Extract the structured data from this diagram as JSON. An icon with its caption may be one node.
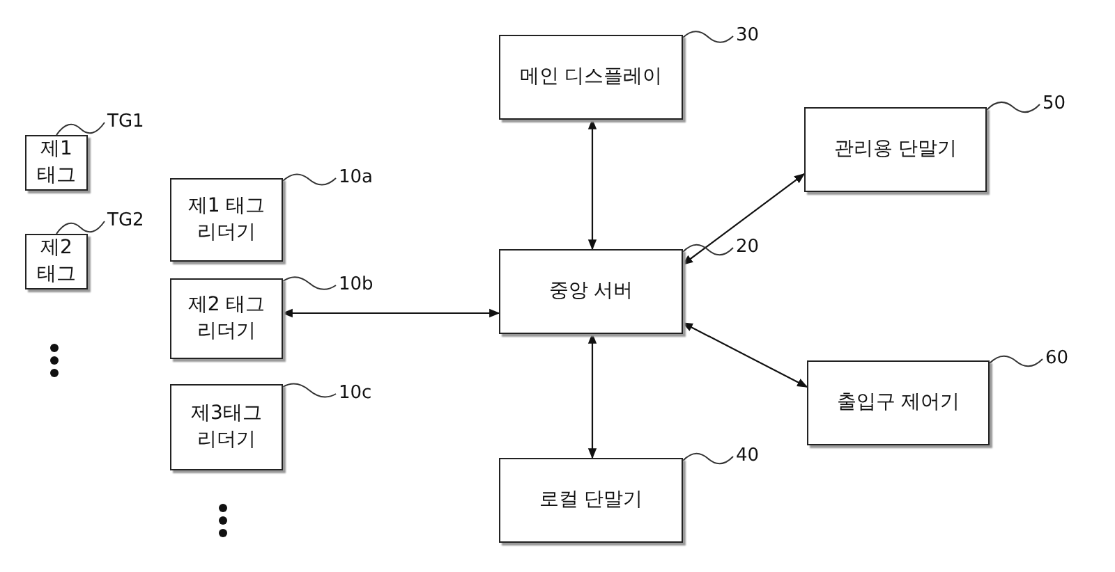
{
  "diagram": {
    "nodes": [
      {
        "text": [
          "제1 태그"
        ]
      },
      {
        "text": [
          "제2 태그"
        ]
      },
      {
        "text": [
          "제1 태그 리더기"
        ]
      },
      {
        "text": [
          "제2 태그 리더기"
        ]
      },
      {
        "text": [
          "제3태그 리더기"
        ]
      },
      {
        "text": [
          "메인 디스플레이"
        ]
      },
      {
        "text": [
          "중앙 서버"
        ]
      },
      {
        "text": [
          "관리용 단말기"
        ]
      },
      {
        "text": [
          "출입구 제어기"
        ]
      },
      {
        "text": [
          "로컬 단말기"
        ]
      },
      {
        "text": [
          "TG1"
        ]
      },
      {
        "text": [
          "TG2"
        ]
      },
      {
        "text": [
          "10a"
        ]
      },
      {
        "text": [
          "10b"
        ]
      },
      {
        "text": [
          "10c"
        ]
      },
      {
        "text": [
          "30"
        ]
      },
      {
        "text": [
          "20"
        ]
      },
      {
        "text": [
          "50"
        ]
      },
      {
        "text": [
          "60"
        ]
      },
      {
        "text": [
          "40"
        ]
      }
    ],
    "edges": [
      {
        "from": 3,
        "to": 6,
        "arrow": "both"
      },
      {
        "from": 5,
        "to": 6,
        "arrow": "both"
      },
      {
        "from": 6,
        "to": 7,
        "arrow": "both"
      },
      {
        "from": 6,
        "to": 8,
        "arrow": "both"
      },
      {
        "from": 6,
        "to": 9,
        "arrow": "both"
      },
      {
        "from": 10,
        "to": 0,
        "arrow": "none"
      },
      {
        "from": 11,
        "to": 1,
        "arrow": "none"
      },
      {
        "from": 12,
        "to": 2,
        "arrow": "none"
      },
      {
        "from": 13,
        "to": 3,
        "arrow": "none"
      },
      {
        "from": 14,
        "to": 4,
        "arrow": "none"
      },
      {
        "from": 15,
        "to": 5,
        "arrow": "none"
      },
      {
        "from": 16,
        "to": 6,
        "arrow": "none"
      },
      {
        "from": 17,
        "to": 7,
        "arrow": "none"
      },
      {
        "from": 18,
        "to": 8,
        "arrow": "none"
      },
      {
        "from": 19,
        "to": 9,
        "arrow": "none"
      }
    ]
  }
}
